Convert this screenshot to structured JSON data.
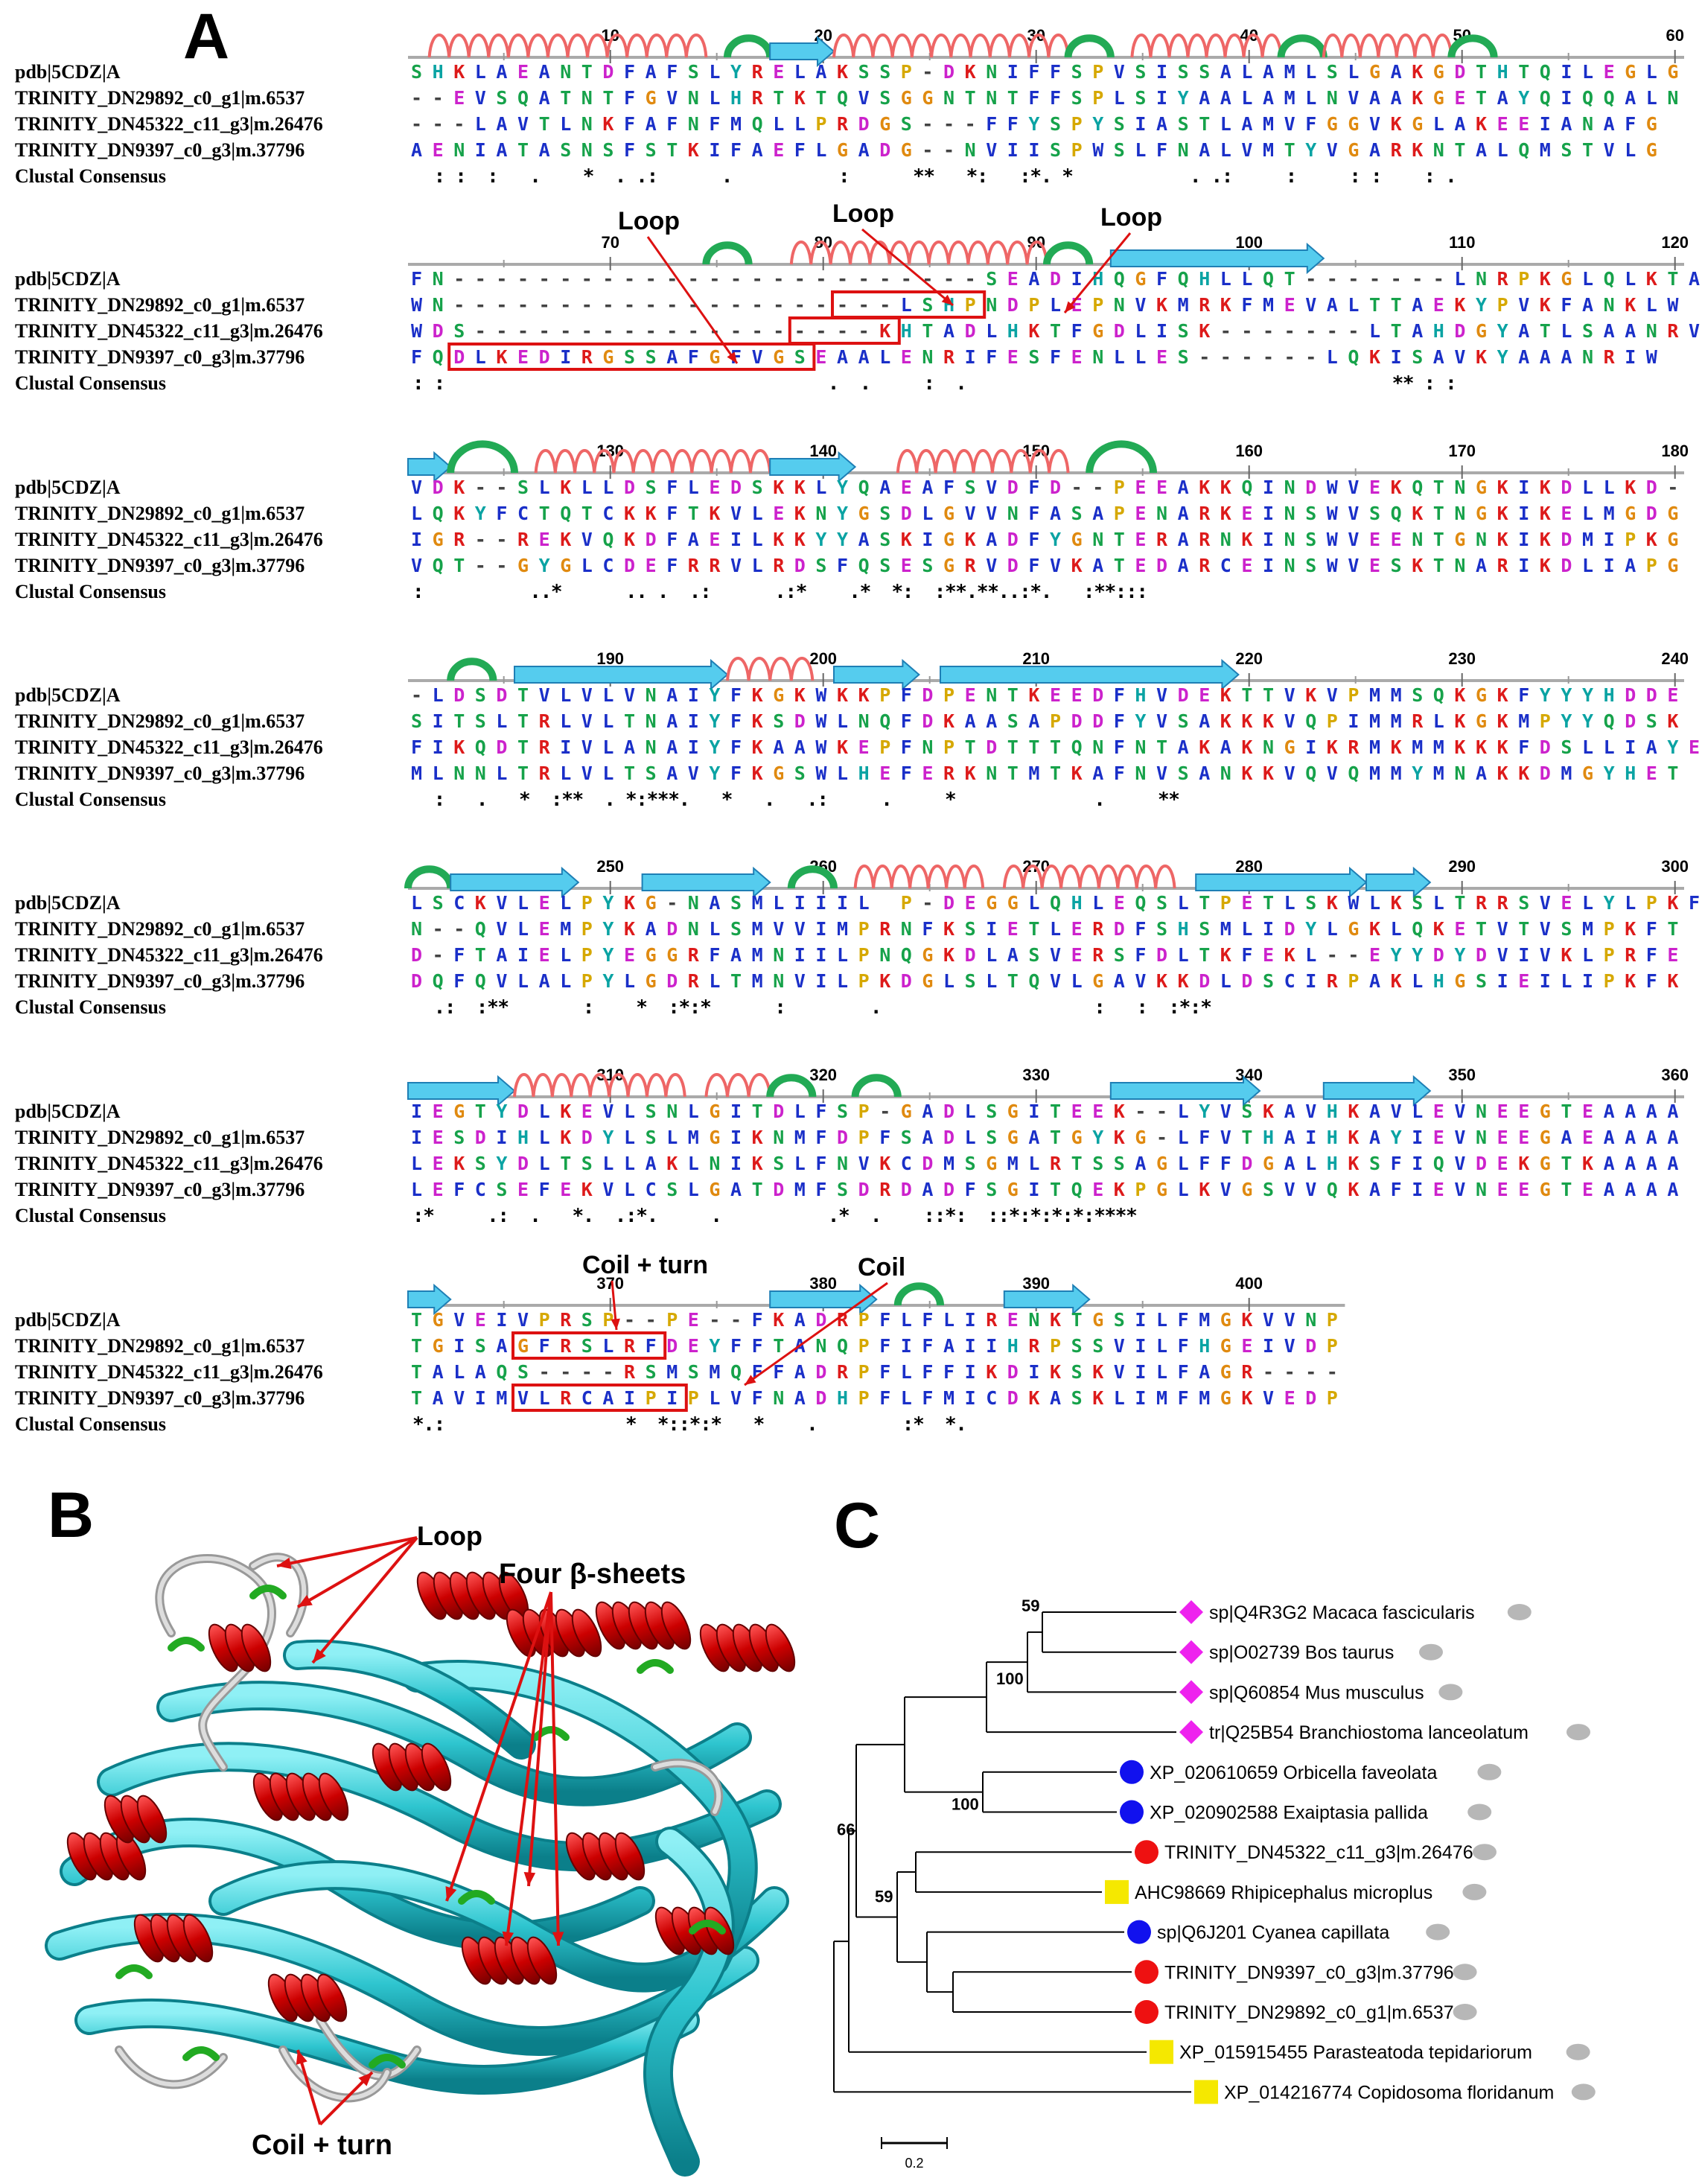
{
  "panels": {
    "a": "A",
    "b": "B",
    "c": "C"
  },
  "alignment": {
    "rows": [
      "pdb|5CDZ|A",
      "TRINITY_DN29892_c0_g1|m.6537",
      "TRINITY_DN45322_c11_g3|m.26476",
      "TRINITY_DN9397_c0_g3|m.37796",
      "Clustal Consensus"
    ],
    "blocks": [
      {
        "ticks": [
          "10",
          "20",
          "30",
          "40",
          "50",
          "60"
        ],
        "seqs": [
          "SHKLAEANTDFAFSLYRELAKSSP-DKNIFFSPVSISSALAMLSLGAKGDTHTQILEGLG",
          "--EVSQATNTFGVNLHRTKTQVSGGNTNTFFSPLSIYAALAMLNVAAKGETAYQIQQALN",
          "---LAVTLNKFAFNFMQLLPRDGS---FFYSPYSIASTLAMVFGGVKGLAKEEIANAFG",
          "AENIATASNSFSTKIFAEFLGADG--NVIISPWSLFNALVMTYVGARKNTALQMSTVLG"
        ],
        "consensus": "  : :  :   .    *  . .:      .          :      **   *:   :*. *           . .:     :     : :    : ."
      },
      {
        "ticks": [
          "70",
          "80",
          "90",
          "100",
          "110",
          "120"
        ],
        "seqs": [
          "FN-------------------------SEADIHQGFQHLLQT-------LNRPKGLQLKTANGLF",
          "WN---------------------LSHPNDPLEPNVKMRKFMEVALTTAEKYPVKFANKLW",
          "WDS-------------------KHTADLHKTFGDLISK-------LTAHDGYATLSAANRVW",
          "FQDLKEDIRGSSAFGFVGSEAALENRIFESFENLLES------LQKISAVKYAAANRIW"
        ],
        "consensus": ": :                                    .  .     :  .                                        ** : :"
      },
      {
        "ticks": [
          "130",
          "140",
          "150",
          "160",
          "170",
          "180"
        ],
        "seqs": [
          "VDK--SLKLLDSFLEDSKKLYQAEAFSVDFD--PEEAKKQINDWVEKQTNGKIKDLLKD-",
          "LQKYFCTQTCKKFTKVLEKNYGSDLGVVNFASAPENARKEINSWVSQKTNGKIKELMGDG",
          "IGR--REKVQKDFAEILKKYYASKIGKADFYGNTERARNKINSWVEENTGNKIKDMIPKG",
          "VQT--GYGLCDEFRRVLRDSFQSESGRVDFVKATEDARCEINSWVESKTNARIKDLIAPG"
        ],
        "consensus": ":          ..*      .. .  .:      .:*    .*  *:  :**.**..:*.   :**:::"
      },
      {
        "ticks": [
          "190",
          "200",
          "210",
          "220",
          "230",
          "240"
        ],
        "seqs": [
          "-LDSDTVLVLVNAIYFKGKWKKPFDPENTKEEDFHVDEKTTVKVPMMSQKGKFYYYHDDE",
          "SITSLTRLVLTNAIYFKSDWLNQFDKAASAPDDFYVSAKKKVQPIMMRLKGKMPYYQDSK",
          "FIKQDTRIVLANAIYFKAAWKEPFNPTDTTTQNFNTAKAKNGIKRMKMMKKKFDSLLIAYED",
          "MLNNLTRLVLTSAVYFKGSWLHEFERKNTMTKAFNVSANKKVQVQMMYMNAKKDMGYHET"
        ],
        "consensus": "  :   .   *  :**  . *:***.   *   .   .:     .     *             .     **"
      },
      {
        "ticks": [
          "250",
          "260",
          "270",
          "280",
          "290",
          "300"
        ],
        "seqs": [
          "LSCKVLELPYKG-NASMLIIIL P-DEGGLQHLEQSLTPETLSKWLKSLTRRSVELYLPKFK",
          "N--QVLEMPYKADNLSMVVIMPRNFKSIETLERDFSHSMLIDYLGKLQKETVTVSMPKFT",
          "D-FTAIELPYEGGRFAMNIILPNQGKDLASVERSFDLTKFEKL--EYYDYDVIVKLPRFE",
          "DQFQVLALPYLGDRLTMNVILPKDGLSLTQVLGAVKKDLDSCIRPAKLHGSIEILIPKFK"
        ],
        "consensus": "  .:  :**       :    *  :*:*      :        .                    :   :  :*:*"
      },
      {
        "ticks": [
          "310",
          "320",
          "330",
          "340",
          "350",
          "360"
        ],
        "seqs": [
          "IEGTYDLKEVLSNLGITDLFSP-GADLSGITEEK--LYVSKAVHKAVLEVNEEGTEAAAA",
          "IESDIHLKDYLSLMGIKNMFDPFSADLSGATGYKG-LFVTHAIHKAYIEVNEEGAEAAAA",
          "LEKSYDLTSLLAKLNIKSLFNVKCDMSGMLRTSSAGLFFDGALHKSFIQVDEKGTKAAAA",
          "LEFCSEFEKVLCSLGATDMFSDRDADFSGITQEKPGLKVGSVVQKAFIEVNEEGTEAAAA"
        ],
        "consensus": ":*     .:  .   *.  .:*.     .          .*  .    ::*:  ::*:*:*:*:****"
      },
      {
        "ticks": [
          "370",
          "380",
          "390",
          "400"
        ],
        "seqs": [
          "TGVEIVPRSP--PE--FKADRPFLFLIRENKTGSILFMGKVVNP",
          "TGISAGFRSLRFDEYFFTANQPFIFAIIHRPSSVILFHGEIVDP",
          "TALAQS----RSMSMQFFADRPFLFFIKDIKSKVILFAGR----",
          "TAVIMVLRCAIPIPLVFNADHPFLFMICDKASKLIMFMGKVEDP"
        ],
        "consensus": "*.:                 *  *::*:*   *    .        :*  *."
      }
    ],
    "annotations": [
      "Loop",
      "Loop",
      "Loop",
      "Coil + turn",
      "Coil"
    ]
  },
  "structure_labels": {
    "loop": "Loop",
    "sheets": "Four β-sheets",
    "coil": "Coil + turn"
  },
  "tree": {
    "taxa": [
      {
        "label": "sp|Q4R3G2 Macaca fascicularis",
        "marker": "diamond",
        "color": "#ee22ee"
      },
      {
        "label": "sp|O02739 Bos taurus",
        "marker": "diamond",
        "color": "#ee22ee"
      },
      {
        "label": "sp|Q60854 Mus musculus",
        "marker": "diamond",
        "color": "#ee22ee"
      },
      {
        "label": "tr|Q25B54 Branchiostoma lanceolatum",
        "marker": "diamond",
        "color": "#ee22ee"
      },
      {
        "label": "XP_020610659 Orbicella faveolata",
        "marker": "circle",
        "color": "#1111ee"
      },
      {
        "label": "XP_020902588 Exaiptasia pallida",
        "marker": "circle",
        "color": "#1111ee"
      },
      {
        "label": "TRINITY_DN45322_c11_g3|m.26476",
        "marker": "circle",
        "color": "#ee1111"
      },
      {
        "label": "AHC98669 Rhipicephalus microplus",
        "marker": "square",
        "color": "#f5e800"
      },
      {
        "label": "sp|Q6J201 Cyanea capillata",
        "marker": "circle",
        "color": "#1111ee"
      },
      {
        "label": "TRINITY_DN9397_c0_g3|m.37796",
        "marker": "circle",
        "color": "#ee1111"
      },
      {
        "label": "TRINITY_DN29892_c0_g1|m.6537",
        "marker": "circle",
        "color": "#ee1111"
      },
      {
        "label": "XP_015915455 Parasteatoda tepidariorum",
        "marker": "square",
        "color": "#f5e800"
      },
      {
        "label": "XP_014216774 Copidosoma floridanum",
        "marker": "square",
        "color": "#f5e800"
      }
    ],
    "bootstraps": [
      "59",
      "100",
      "100",
      "66",
      "59"
    ],
    "scale": "0.2"
  },
  "colors": {
    "helix": "#ee6666",
    "strand": "#55ccee",
    "turn": "#22aa55",
    "box": "#dd1111",
    "ribbon_helix": "#cc0000",
    "ribbon_strand": "#33c4cc"
  }
}
